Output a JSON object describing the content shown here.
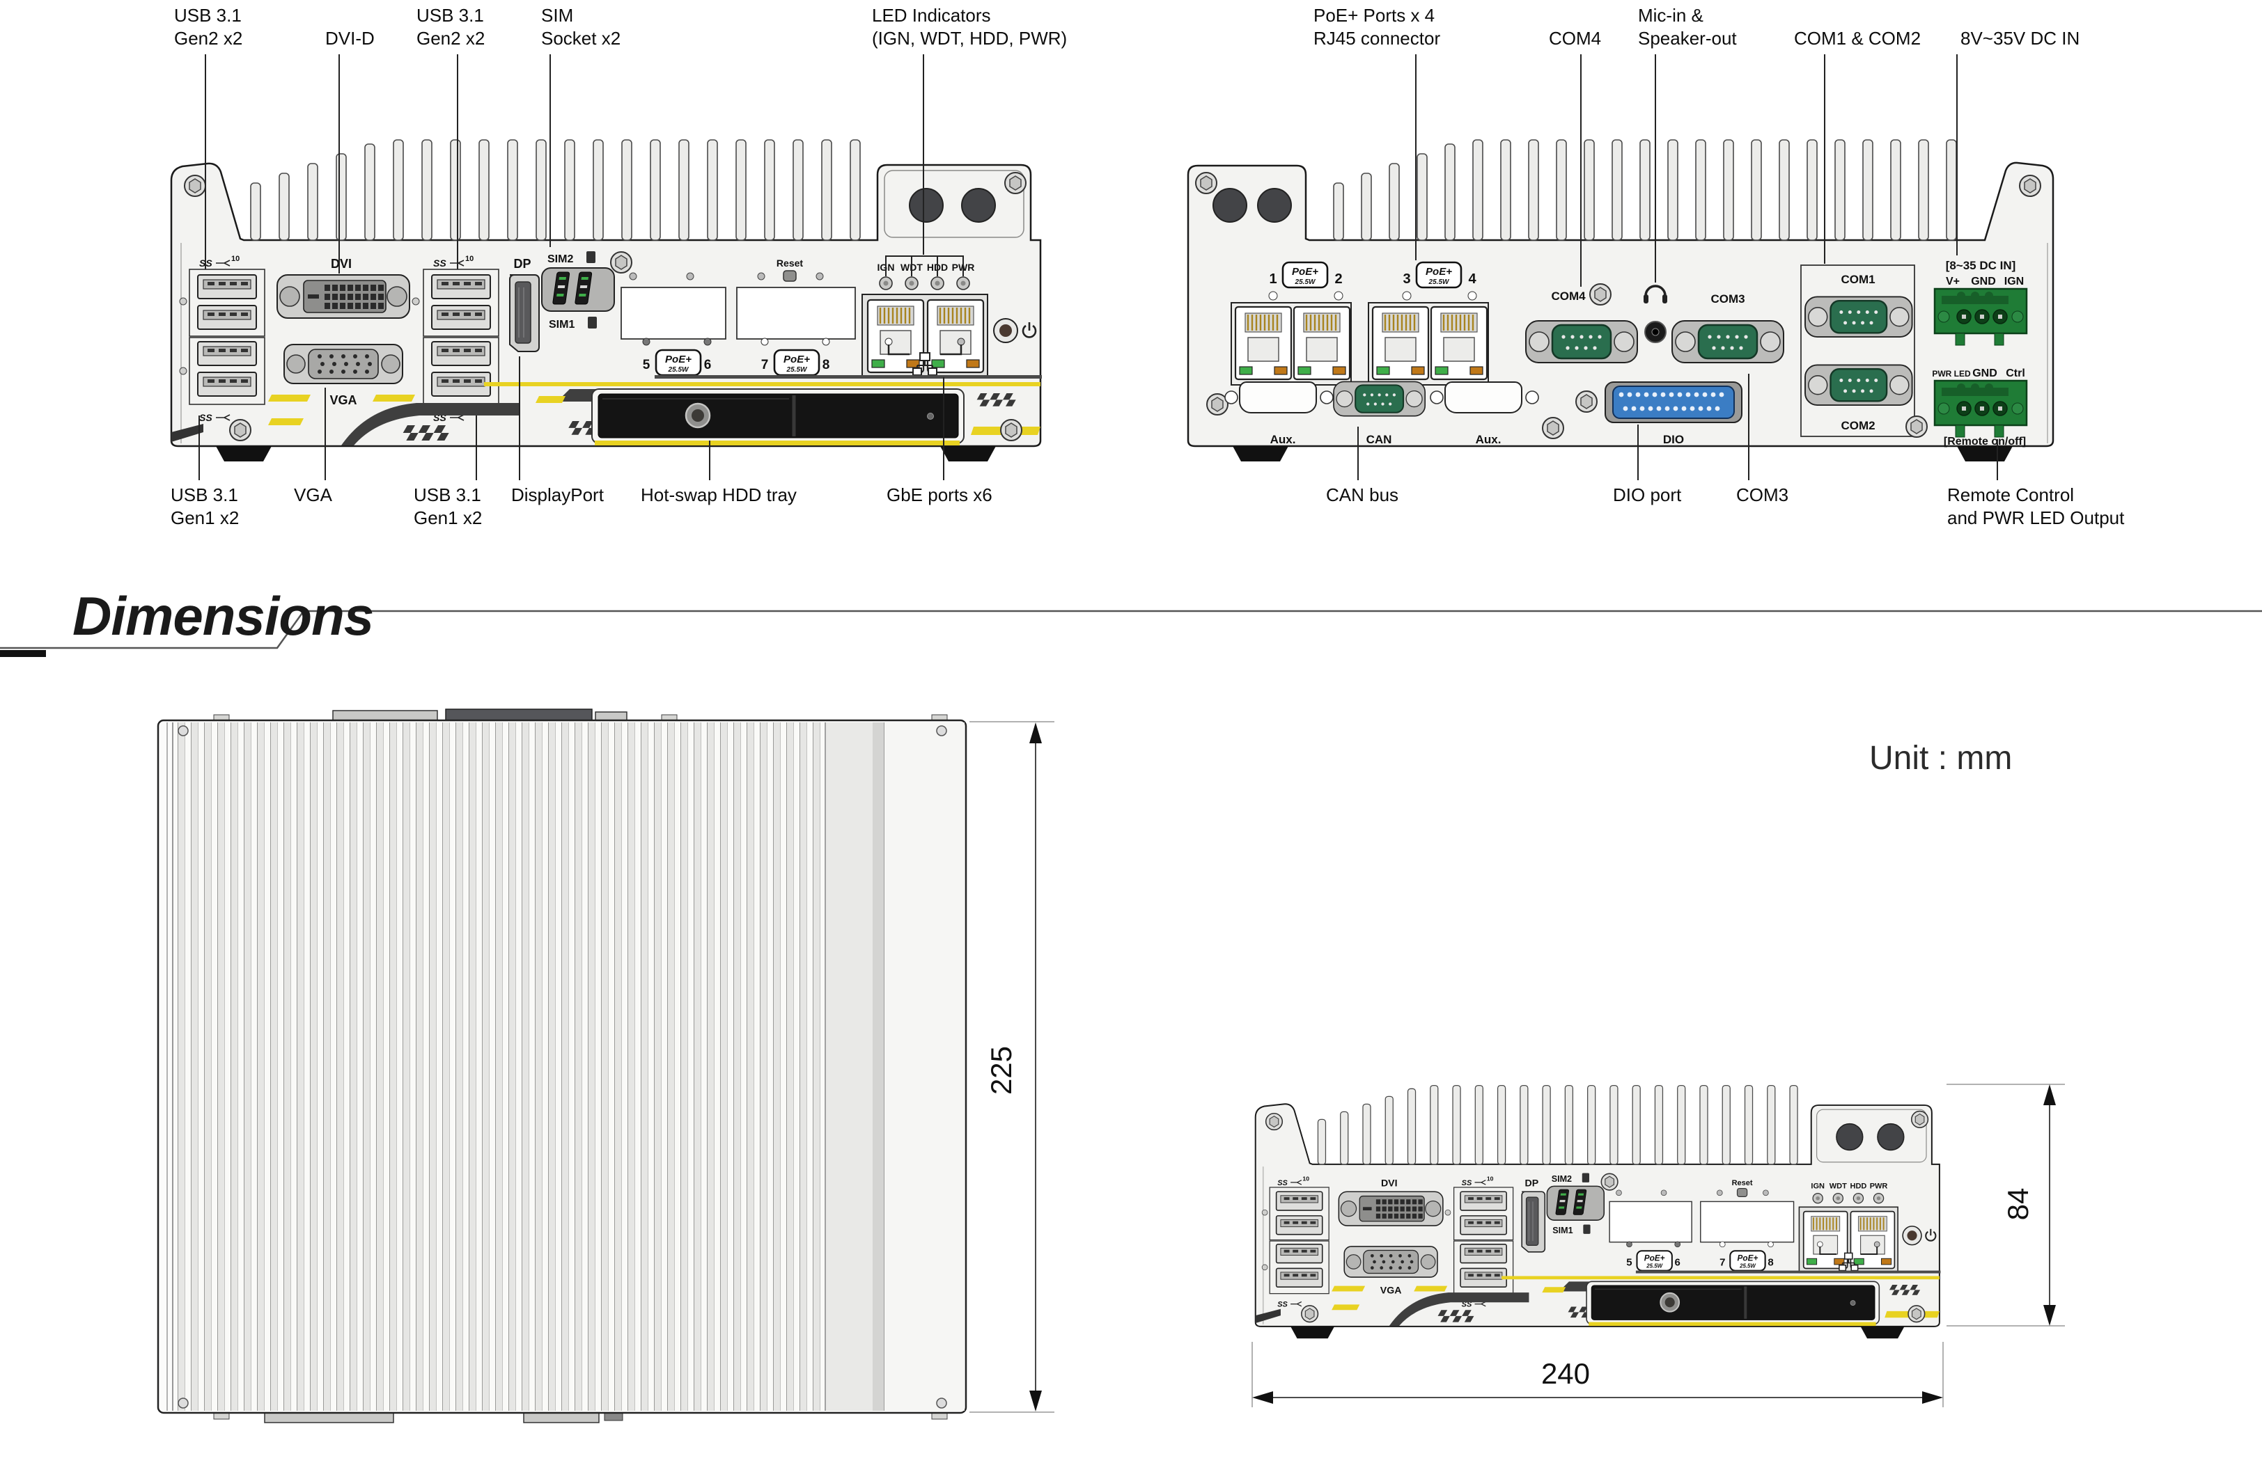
{
  "header": {
    "dimensions_title": "Dimensions",
    "unit_label": "Unit : mm"
  },
  "dimensions": {
    "depth": "225",
    "width": "240",
    "height": "84"
  },
  "shared": {
    "poe_badge": {
      "label": "PoE+",
      "watt": "25.5W"
    }
  },
  "front": {
    "top_labels": [
      "USB 3.1\nGen2 x2",
      "DVI-D",
      "USB 3.1\nGen2 x2",
      "SIM\nSocket x2",
      "LED Indicators\n(IGN, WDT, HDD, PWR)"
    ],
    "bottom_labels": [
      "USB 3.1\nGen1 x2",
      "VGA",
      "USB 3.1\nGen1 x2",
      "DisplayPort",
      "Hot-swap HDD tray",
      "GbE ports x6"
    ],
    "panel": {
      "dvi": "DVI",
      "vga": "VGA",
      "dp": "DP",
      "sim2": "SIM2",
      "sim1": "SIM1",
      "reset": "Reset",
      "led_ign": "IGN",
      "led_wdt": "WDT",
      "led_hdd": "HDD",
      "led_pwr": "PWR",
      "p5": "5",
      "p6": "6",
      "p7": "7",
      "p8": "8",
      "ss": "SS",
      "ss_speed": "10"
    }
  },
  "rear": {
    "top_labels": [
      "PoE+ Ports x 4\nRJ45 connector",
      "COM4",
      "Mic-in &\nSpeaker-out",
      "COM1 & COM2",
      "8V~35V DC IN"
    ],
    "bottom_labels": [
      "CAN bus",
      "DIO port",
      "COM3",
      "Remote Control\nand PWR LED Output"
    ],
    "panel": {
      "p1": "1",
      "p2": "2",
      "p3": "3",
      "p4": "4",
      "com1": "COM1",
      "com2": "COM2",
      "com3": "COM3",
      "com4": "COM4",
      "aux": "Aux.",
      "can": "CAN",
      "dio": "DIO",
      "dc_title": "[8~35 DC IN]",
      "dc_pin1": "V+",
      "dc_pin2": "GND",
      "dc_pin3": "IGN",
      "pl_pin1": "PWR LED",
      "pl_pin2": "GND",
      "pl_pin3": "Ctrl",
      "remote": "[Remote on/off]"
    }
  }
}
